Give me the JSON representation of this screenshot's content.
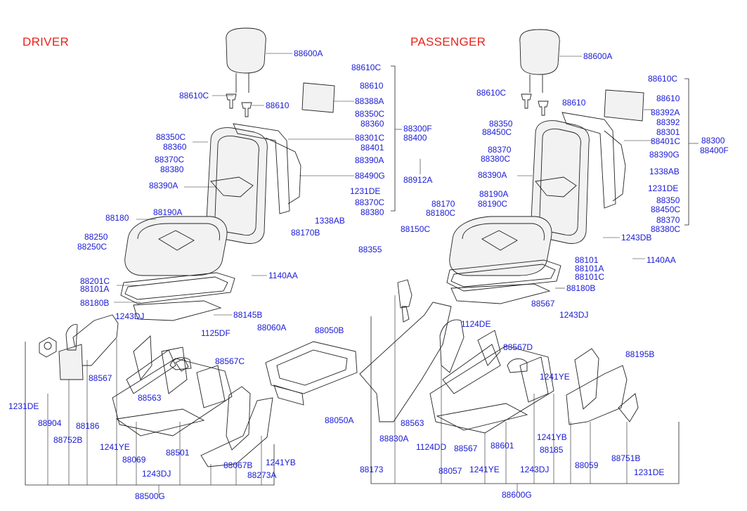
{
  "headers": {
    "driver": "DRIVER",
    "passenger": "PASSENGER"
  },
  "driver_labels": [
    "88600A",
    "88610C",
    "88610",
    "88388A",
    "88350C",
    "88360",
    "88301C",
    "88401",
    "88390A",
    "88490G",
    "1231DE",
    "88370C",
    "88380",
    "88300F",
    "88400",
    "88610C",
    "88610",
    "88350C",
    "88360",
    "88370C",
    "88380",
    "88390A",
    "88912A",
    "1338AB",
    "88170B",
    "88355",
    "88180",
    "88190A",
    "88250",
    "88250C",
    "1140AA",
    "88201C",
    "88101A",
    "88180B",
    "88145B",
    "1243DJ",
    "1125DF",
    "88060A",
    "88050B",
    "88567",
    "88567C",
    "88563",
    "1231DE",
    "88904",
    "88186",
    "88752B",
    "1241YE",
    "88069",
    "88501",
    "88067B",
    "1241YB",
    "88273A",
    "1243DJ",
    "88500G",
    "88050A"
  ],
  "passenger_labels": [
    "88600A",
    "88610C",
    "88610",
    "88392A",
    "88392",
    "88301",
    "88401C",
    "88390G",
    "88300",
    "88400F",
    "1338AB",
    "1231DE",
    "88350",
    "88450C",
    "88370",
    "88380C",
    "88610C",
    "88610",
    "88350",
    "88450C",
    "88370",
    "88380C",
    "88390A",
    "88170",
    "88180C",
    "88190A",
    "88190C",
    "88150C",
    "1243DB",
    "88101",
    "88101A",
    "88101C",
    "1140AA",
    "88180B",
    "88567",
    "1243DJ",
    "1124DE",
    "88567D",
    "88195B",
    "1241YE",
    "88563",
    "1124DD",
    "88567",
    "88830A",
    "88601",
    "1241YB",
    "88185",
    "88059",
    "88751B",
    "88173",
    "88057",
    "1241YE",
    "1243DJ",
    "1231DE",
    "88600G"
  ]
}
